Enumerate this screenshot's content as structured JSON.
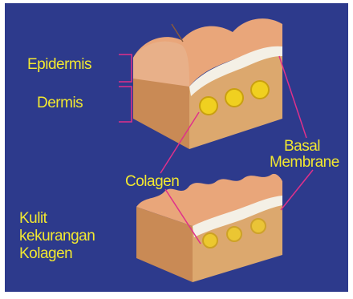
{
  "labels": {
    "epidermis": "Epidermis",
    "dermis": "Dermis",
    "colagen": "Colagen",
    "basal_membrane": [
      "Basal",
      "Membrane"
    ],
    "kulit_kekurangan_kolagen": [
      "Kulit",
      "kekurangan",
      "Kolagen"
    ]
  },
  "colors": {
    "background": "#2d3a8c",
    "label_text": "#f2e830",
    "pointer_line": "#e0308a",
    "skin_surface": "#e8a478",
    "dermis_tissue": "#d9a469",
    "basal_layer": "#f4f0e6",
    "collagen": "#f0d020"
  }
}
